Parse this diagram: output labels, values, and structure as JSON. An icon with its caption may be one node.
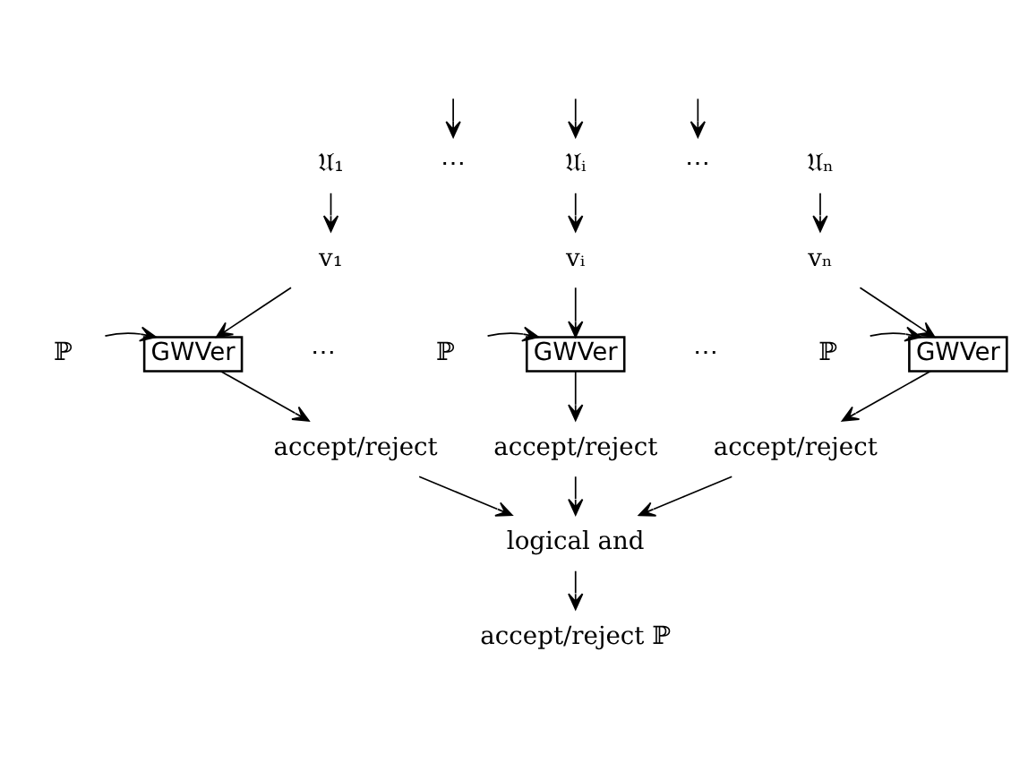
{
  "diagram": {
    "nodes": [
      {
        "text": [
          "𝔘₁"
        ]
      },
      {
        "text": [
          "⋯"
        ]
      },
      {
        "text": [
          "𝔘ᵢ"
        ]
      },
      {
        "text": [
          "⋯"
        ]
      },
      {
        "text": [
          "𝔘ₙ"
        ]
      },
      {
        "text": [
          "v₁"
        ]
      },
      {
        "text": [
          "vᵢ"
        ]
      },
      {
        "text": [
          "vₙ"
        ]
      },
      {
        "text": [
          "ℙ"
        ]
      },
      {
        "text": [
          "GWVer"
        ]
      },
      {
        "text": [
          "ℙ"
        ]
      },
      {
        "text": [
          "GWVer"
        ]
      },
      {
        "text": [
          "ℙ"
        ]
      },
      {
        "text": [
          "GWVer"
        ]
      },
      {
        "text": [
          "accept/reject"
        ]
      },
      {
        "text": [
          "accept/reject"
        ]
      },
      {
        "text": [
          "accept/reject"
        ]
      },
      {
        "text": [
          "logical and"
        ]
      },
      {
        "text": [
          "accept/reject ℙ"
        ]
      }
    ],
    "edges": [
      {
        "from": null,
        "to": 1,
        "arrow": "to"
      },
      {
        "from": null,
        "to": 2,
        "arrow": "to"
      },
      {
        "from": null,
        "to": 3,
        "arrow": "to"
      },
      {
        "from": 0,
        "to": 5,
        "arrow": "to"
      },
      {
        "from": 2,
        "to": 6,
        "arrow": "to"
      },
      {
        "from": 4,
        "to": 7,
        "arrow": "to"
      },
      {
        "from": 5,
        "to": 9,
        "arrow": "to"
      },
      {
        "from": 6,
        "to": 11,
        "arrow": "to"
      },
      {
        "from": 7,
        "to": 13,
        "arrow": "to"
      },
      {
        "from": 8,
        "to": 9,
        "arrow": "to"
      },
      {
        "from": 10,
        "to": 11,
        "arrow": "to"
      },
      {
        "from": 12,
        "to": 13,
        "arrow": "to"
      },
      {
        "from": 9,
        "to": 14,
        "arrow": "to"
      },
      {
        "from": 11,
        "to": 15,
        "arrow": "to"
      },
      {
        "from": 13,
        "to": 16,
        "arrow": "to"
      },
      {
        "from": 14,
        "to": 17,
        "arrow": "to"
      },
      {
        "from": 15,
        "to": 17,
        "arrow": "to"
      },
      {
        "from": 16,
        "to": 17,
        "arrow": "to"
      },
      {
        "from": 17,
        "to": 18,
        "arrow": "to"
      }
    ],
    "labels": [
      "⋯",
      "⋯"
    ]
  }
}
